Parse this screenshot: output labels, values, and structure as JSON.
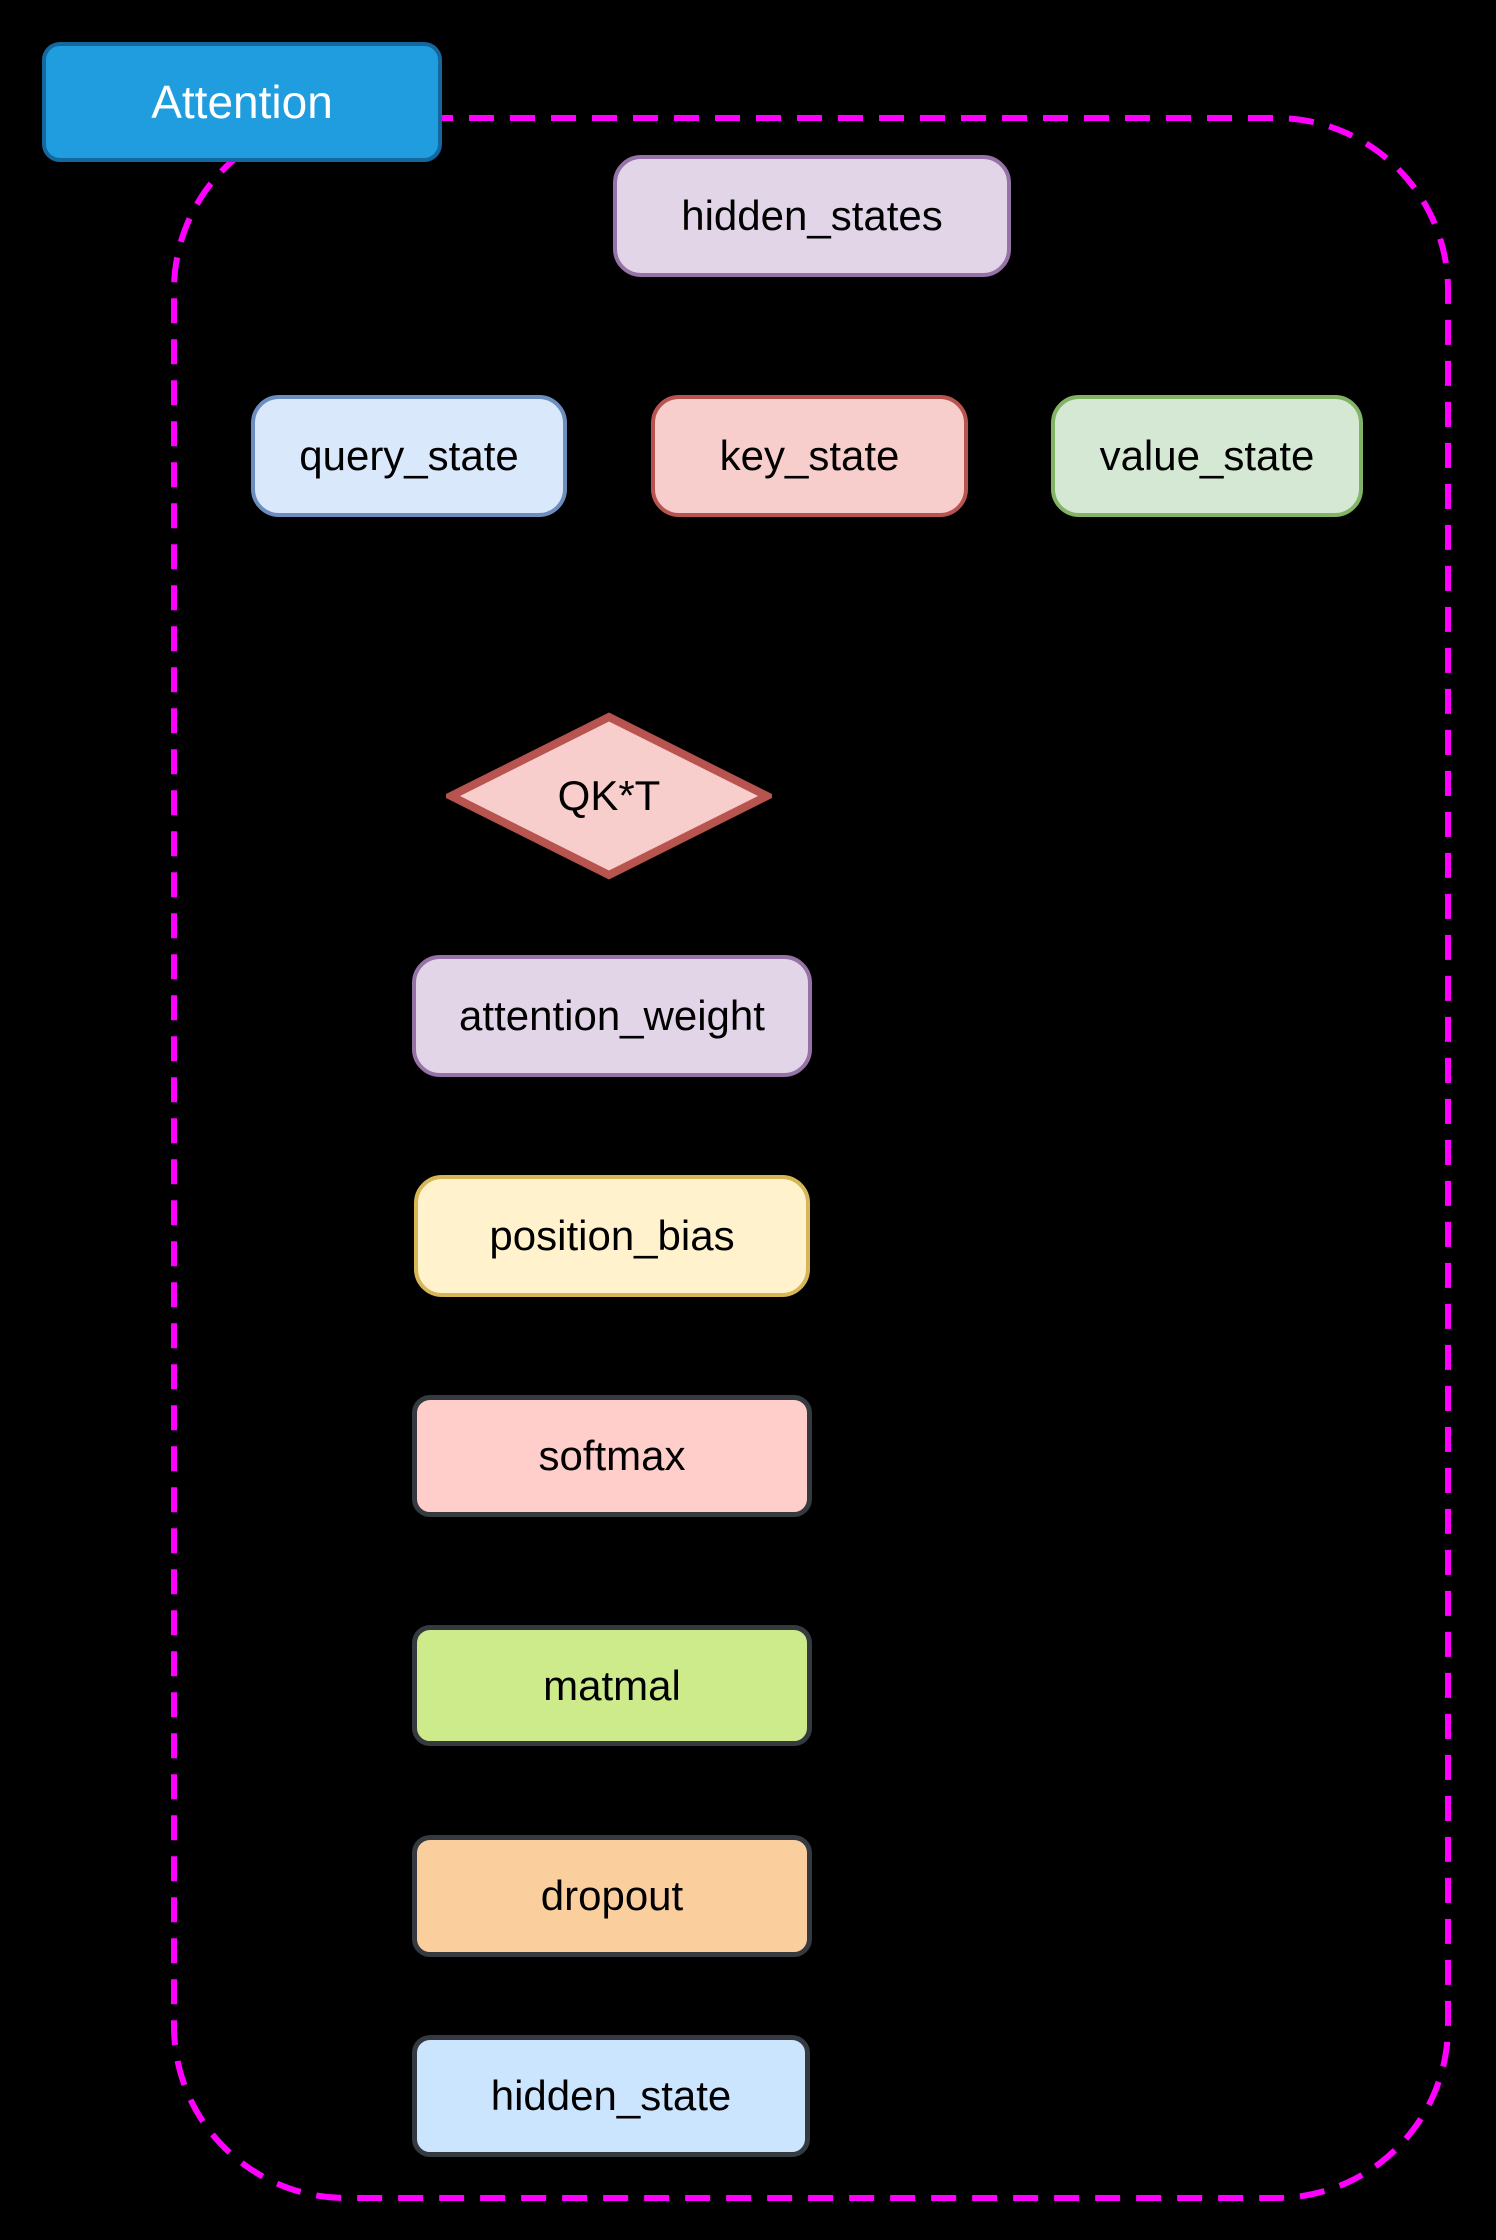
{
  "diagram": {
    "background_color": "#000000",
    "title": {
      "label": "Attention",
      "fill": "#1f9ddf",
      "stroke": "#15689f",
      "text_color": "#ffffff"
    },
    "group_border": {
      "color": "#ff00ff",
      "style": "dashed",
      "shape": "rounded-rect"
    },
    "nodes": [
      {
        "id": "hidden_states",
        "label": "hidden_states",
        "shape": "rounded-rect",
        "fill": "#e1d5e7",
        "stroke": "#9673a6",
        "text_color": "#000000"
      },
      {
        "id": "query_state",
        "label": "query_state",
        "shape": "rounded-rect",
        "fill": "#dae8fc",
        "stroke": "#6c8ebf",
        "text_color": "#000000"
      },
      {
        "id": "key_state",
        "label": "key_state",
        "shape": "rounded-rect",
        "fill": "#f8cecc",
        "stroke": "#b85450",
        "text_color": "#000000"
      },
      {
        "id": "value_state",
        "label": "value_state",
        "shape": "rounded-rect",
        "fill": "#d5e8d4",
        "stroke": "#82b366",
        "text_color": "#000000"
      },
      {
        "id": "qkt",
        "label": "QK*T",
        "shape": "diamond",
        "fill": "#f8cecc",
        "stroke": "#b85450",
        "text_color": "#000000"
      },
      {
        "id": "attention_weight",
        "label": "attention_weight",
        "shape": "rounded-rect",
        "fill": "#e1d5e7",
        "stroke": "#9673a6",
        "text_color": "#000000"
      },
      {
        "id": "position_bias",
        "label": "position_bias",
        "shape": "rounded-rect",
        "fill": "#fff2cc",
        "stroke": "#d6b656",
        "text_color": "#000000"
      },
      {
        "id": "softmax",
        "label": "softmax",
        "shape": "rounded-rect",
        "fill": "#ffcdca",
        "stroke": "#343a40",
        "text_color": "#000000"
      },
      {
        "id": "matmal",
        "label": "matmal",
        "shape": "rounded-rect",
        "fill": "#cdeb8b",
        "stroke": "#343a40",
        "text_color": "#000000"
      },
      {
        "id": "dropout",
        "label": "dropout",
        "shape": "rounded-rect",
        "fill": "#fbce9e",
        "stroke": "#343a40",
        "text_color": "#000000"
      },
      {
        "id": "hidden_state",
        "label": "hidden_state",
        "shape": "rounded-rect",
        "fill": "#cce5ff",
        "stroke": "#343a40",
        "text_color": "#000000"
      }
    ]
  }
}
